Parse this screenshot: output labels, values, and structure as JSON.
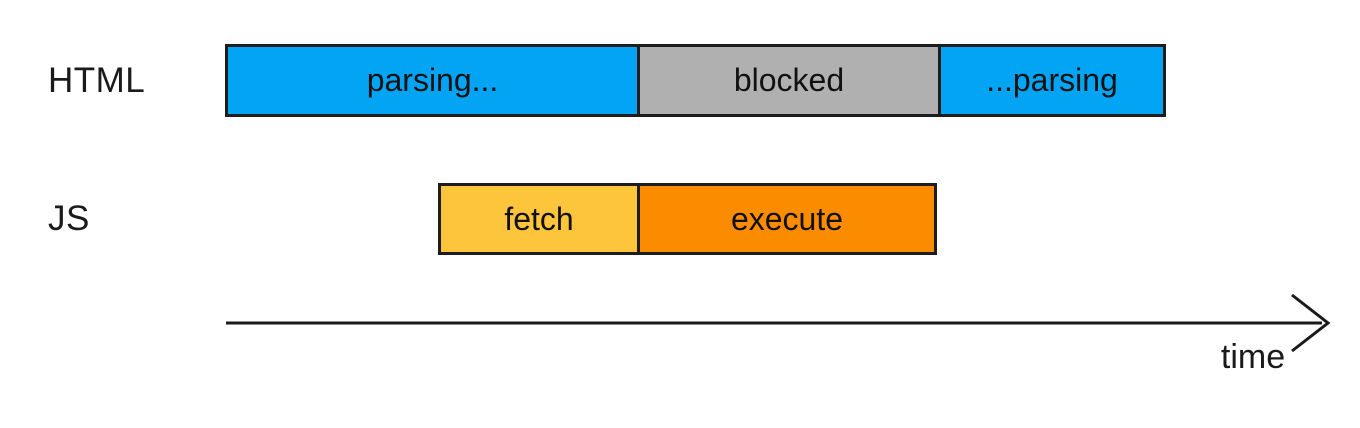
{
  "diagram": {
    "description": "Timeline diagram of HTML parsing blocked by synchronous JS fetch and execute",
    "rows": [
      {
        "label": "HTML",
        "segments": [
          {
            "label": "parsing...",
            "color": "#03a4f4"
          },
          {
            "label": "blocked",
            "color": "#b0b0b0"
          },
          {
            "label": "...parsing",
            "color": "#03a4f4"
          }
        ]
      },
      {
        "label": "JS",
        "segments": [
          {
            "label": "fetch",
            "color": "#fdc53c"
          },
          {
            "label": "execute",
            "color": "#fb8c00"
          }
        ]
      }
    ],
    "axis": {
      "label": "time"
    }
  },
  "colors": {
    "parsing_blue": "#03a4f4",
    "blocked_gray": "#b0b0b0",
    "fetch_yellow": "#fdc53c",
    "execute_orange": "#fb8c00",
    "border": "#1d1d1d",
    "text": "#1a1a1a",
    "background": "#ffffff"
  }
}
